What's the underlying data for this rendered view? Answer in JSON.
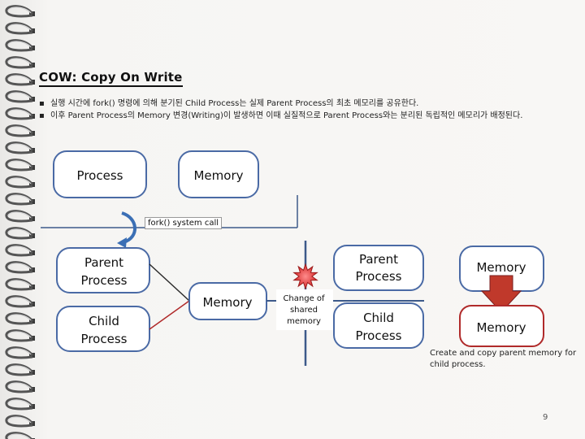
{
  "slide": {
    "title": "COW: Copy On Write",
    "bullets": [
      "실행 시간에 fork() 명령에 의해 분기된 Child Process는 실제 Parent Process의 최초 메모리를 공유한다.",
      "이후 Parent Process의 Memory 변경(Writing)이 발생하면 이때 실질적으로 Parent Process와는 분리된 독립적인 메모리가 배정된다."
    ],
    "page_number": "9"
  },
  "diagram": {
    "top_process": "Process",
    "top_memory": "Memory",
    "syscall_label": "fork() system call",
    "left_parent_line1": "Parent",
    "left_parent_line2": "Process",
    "left_child_line1": "Child",
    "left_child_line2": "Process",
    "shared_memory": "Memory",
    "change_line1": "Change of",
    "change_line2": "shared",
    "change_line3": "memory",
    "right_parent_line1": "Parent",
    "right_parent_line2": "Process",
    "right_parent_memory": "Memory",
    "right_child_line1": "Child",
    "right_child_line2": "Process",
    "right_child_memory": "Memory",
    "caption": "Create and copy parent memory for child process."
  },
  "colors": {
    "process_border": "#4a6aa5",
    "child_memory_border": "#b02a2a",
    "arrow_fill": "#c0392b",
    "divider": "#3d5a8a",
    "star": "#e03c3c"
  }
}
